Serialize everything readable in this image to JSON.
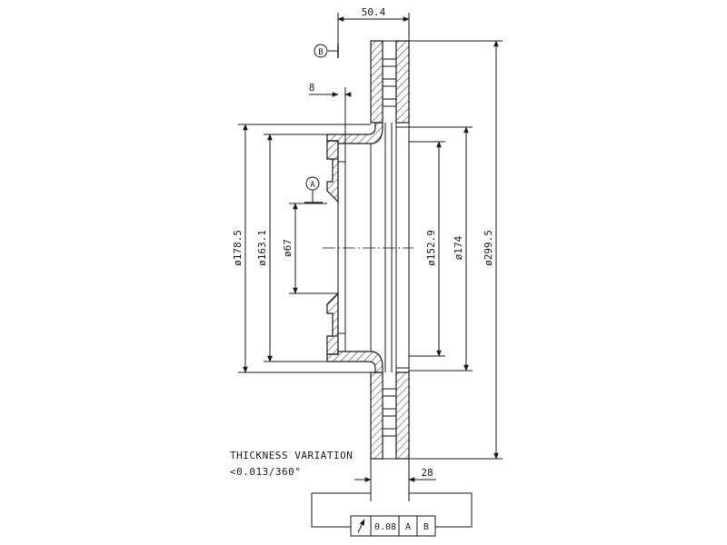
{
  "dimensions": {
    "overall_width": "50.4",
    "hat_offset": "8",
    "min_thickness": "28",
    "dia_178_5": "ø178.5",
    "dia_163_1": "ø163.1",
    "dia_67": "ø67",
    "dia_152_9": "ø152.9",
    "dia_174": "ø174",
    "dia_299_5": "ø299.5"
  },
  "datums": {
    "a": "A",
    "b": "B"
  },
  "notes": {
    "thickness_title": "THICKNESS VARIATION",
    "thickness_value": "<0.013/360°"
  },
  "tolerance_frame": {
    "symbol": "runout-arrow-icon",
    "value": "0.08",
    "datum_1": "A",
    "datum_2": "B"
  }
}
